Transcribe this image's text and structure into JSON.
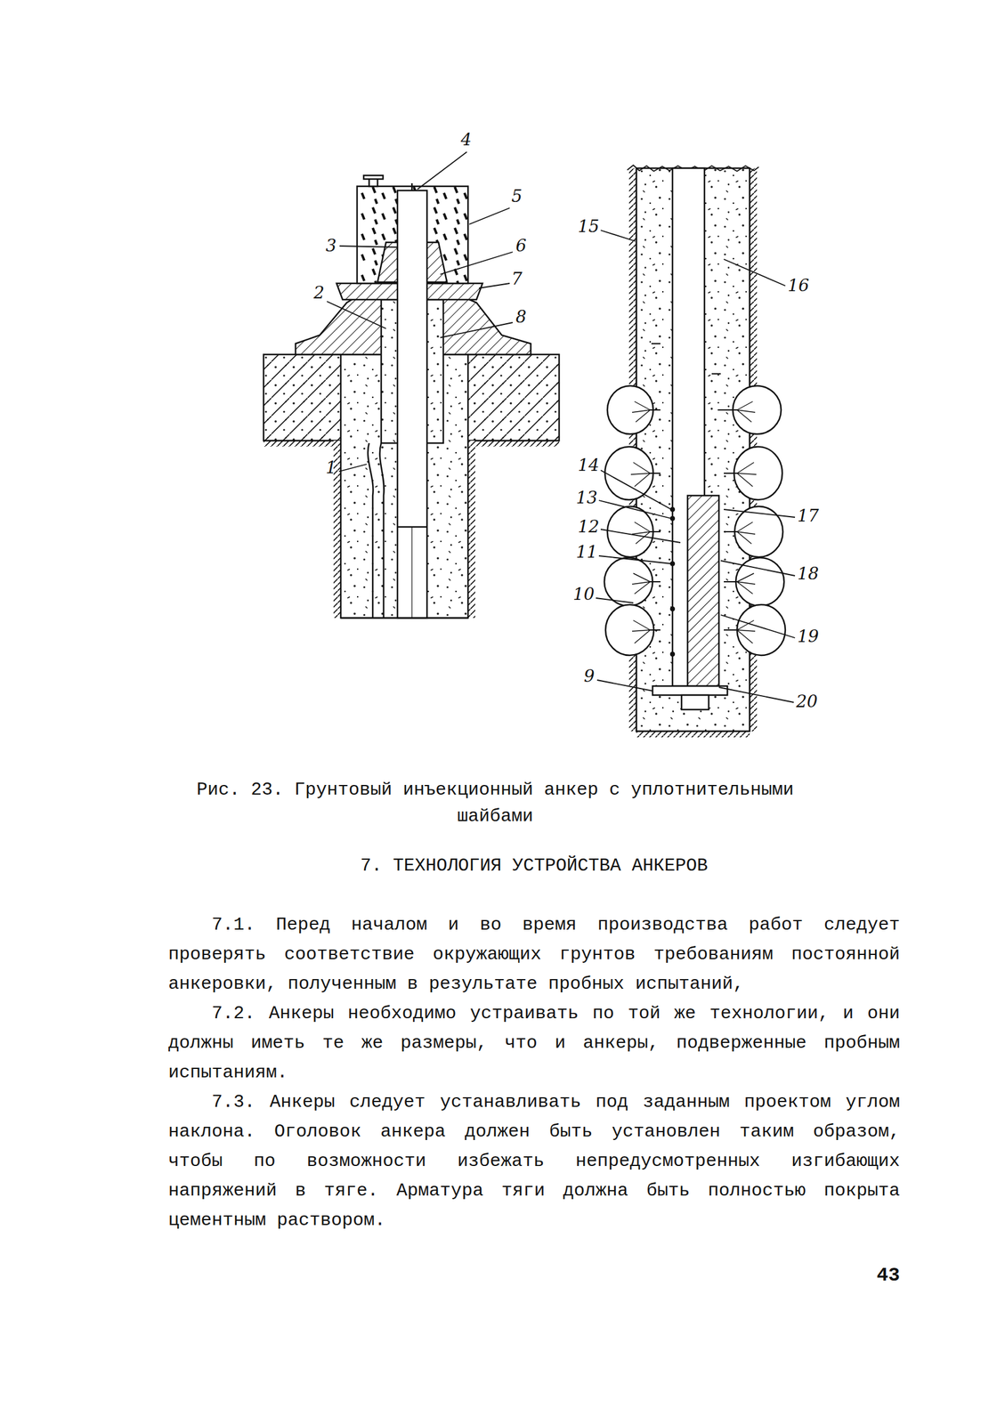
{
  "diagram": {
    "caption": "Рис. 23. Грунтовый инъекционный анкер с уплотнительными шайбами",
    "labels": [
      "4",
      "5",
      "3",
      "6",
      "7",
      "2",
      "8",
      "1",
      "15",
      "16",
      "14",
      "13",
      "12",
      "11",
      "10",
      "9",
      "17",
      "18",
      "19",
      "20",
      "7. ТЕХНОЛОГИЯ УСТРОЙСТВА АНКЕРОВ",
      "7.1. Перед началом и во время производства работ следует проверять соответствие окружающих грунтов требованиям постоянной анкеровки, полученным в результате пробных испытаний,",
      "7.2. Анкеры необходимо устраивать по той же технологии, и они должны иметь те же размеры, что и анкеры, подверженные пробным испытаниям.",
      "7.3. Анкеры следует устанавливать под заданным проектом углом наклона. Оголовок анкера должен быть установлен таким образом, чтобы по возможности избежать непредусмотренных изгибающих напряжений в тяге. Арматура тяги должна быть полностью покрыта цементным раствором.",
      "43"
    ]
  }
}
